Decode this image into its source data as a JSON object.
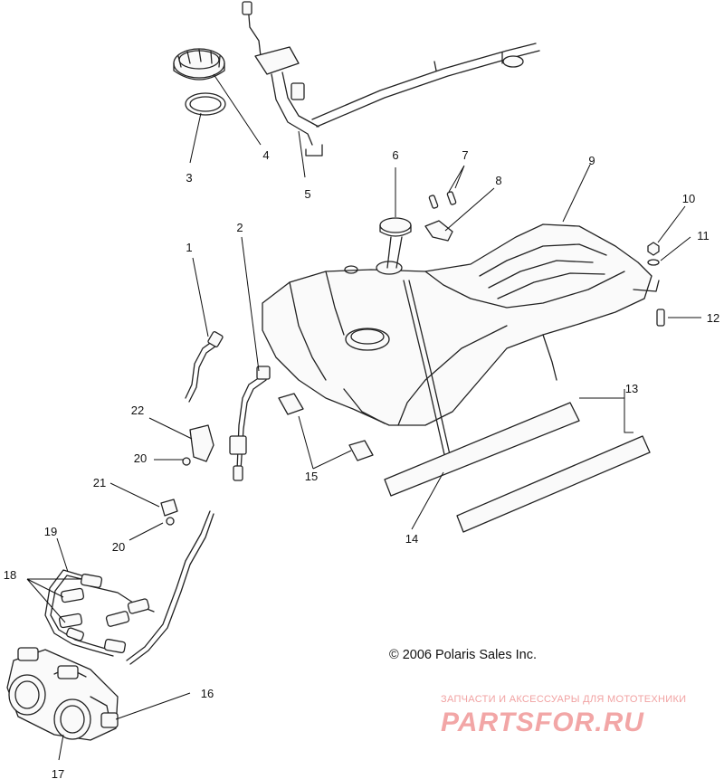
{
  "callouts": [
    {
      "id": "1",
      "text": "1"
    },
    {
      "id": "2",
      "text": "2"
    },
    {
      "id": "3",
      "text": "3"
    },
    {
      "id": "4",
      "text": "4"
    },
    {
      "id": "5",
      "text": "5"
    },
    {
      "id": "6",
      "text": "6"
    },
    {
      "id": "7",
      "text": "7"
    },
    {
      "id": "8",
      "text": "8"
    },
    {
      "id": "9",
      "text": "9"
    },
    {
      "id": "10",
      "text": "10"
    },
    {
      "id": "11",
      "text": "11"
    },
    {
      "id": "12",
      "text": "12"
    },
    {
      "id": "13",
      "text": "13"
    },
    {
      "id": "14",
      "text": "14"
    },
    {
      "id": "15",
      "text": "15"
    },
    {
      "id": "16",
      "text": "16"
    },
    {
      "id": "17",
      "text": "17"
    },
    {
      "id": "18",
      "text": "18"
    },
    {
      "id": "19",
      "text": "19"
    },
    {
      "id": "20a",
      "text": "20"
    },
    {
      "id": "20b",
      "text": "20"
    },
    {
      "id": "21",
      "text": "21"
    },
    {
      "id": "22",
      "text": "22"
    }
  ],
  "copyright": "© 2006 Polaris Sales Inc.",
  "watermark": {
    "tagline": "ЗАПЧАСТИ И АКСЕССУАРЫ ДЛЯ МОТОТЕХНИКИ",
    "logo": "PARTSFOR.RU"
  }
}
